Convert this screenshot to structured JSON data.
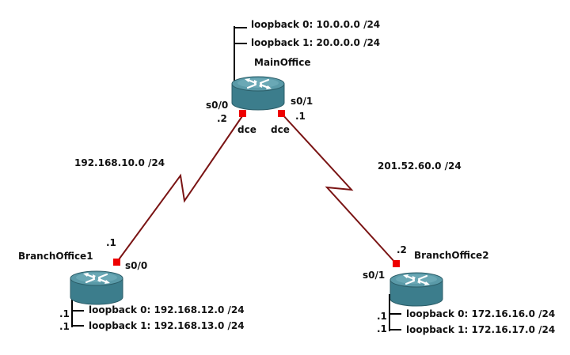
{
  "colors": {
    "link": "#7a1414",
    "port": "#ee0000",
    "router_top": "#5a9aa8",
    "router_side": "#3c7d8c",
    "line": "#000000"
  },
  "routers": {
    "main": {
      "name": "MainOffice",
      "icon": "router-icon"
    },
    "branch1": {
      "name": "BranchOffice1",
      "icon": "router-icon"
    },
    "branch2": {
      "name": "BranchOffice2",
      "icon": "router-icon"
    }
  },
  "loopbacks": {
    "main": [
      {
        "text": "loopback 0: 10.0.0.0 /24"
      },
      {
        "text": "loopback 1: 20.0.0.0 /24"
      }
    ],
    "branch1": [
      {
        "host": ".1",
        "text": "loopback 0: 192.168.12.0 /24"
      },
      {
        "host": ".1",
        "text": "loopback 1: 192.168.13.0 /24"
      }
    ],
    "branch2": [
      {
        "host": ".1",
        "text": "loopback 0: 172.16.16.0 /24"
      },
      {
        "host": ".1",
        "text": "loopback 1: 172.16.17.0 /24"
      }
    ]
  },
  "links": {
    "left": {
      "network": "192.168.10.0 /24",
      "main_port": "s0/0",
      "main_host": ".2",
      "main_dce": "dce",
      "branch_port": "s0/0",
      "branch_host": ".1"
    },
    "right": {
      "network": "201.52.60.0 /24",
      "main_port": "s0/1",
      "main_host": ".1",
      "main_dce": "dce",
      "branch_port": "s0/1",
      "branch_host": ".2"
    }
  }
}
